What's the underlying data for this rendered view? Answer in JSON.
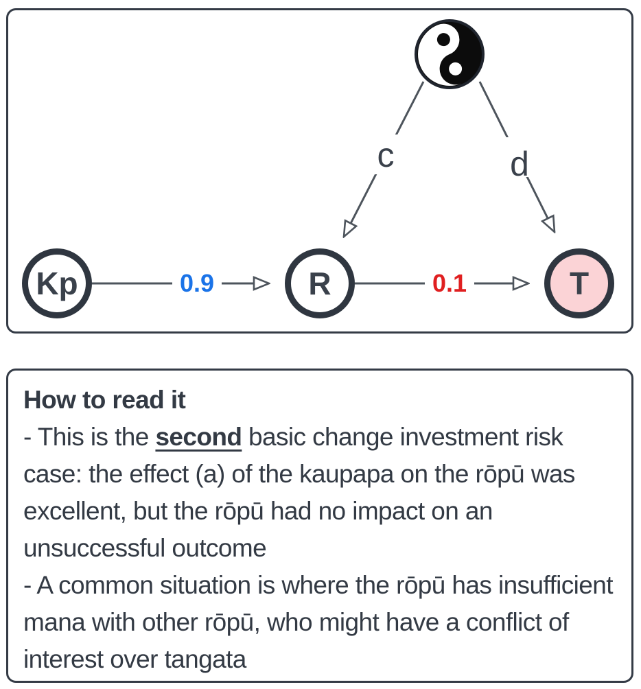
{
  "diagram": {
    "nodes": {
      "kp": {
        "label": "Kp"
      },
      "r": {
        "label": "R"
      },
      "t": {
        "label": "T",
        "fill": "#fbd3d6"
      },
      "confounder": {
        "icon": "yin-yang-icon"
      }
    },
    "edges": {
      "kp_r": {
        "label": "0.9",
        "color": "#1a73e8"
      },
      "r_t": {
        "label": "0.1",
        "color": "#e01f20"
      },
      "conf_r": {
        "label": "c"
      },
      "conf_t": {
        "label": "d"
      }
    },
    "colors": {
      "node_border": "#2f3640",
      "edge_line": "#4d545c",
      "panel_border": "#343b46",
      "positive_weight": "#1a73e8",
      "negative_weight": "#e01f20",
      "outcome_fill": "#fbd3d6"
    }
  },
  "notes": {
    "heading": "How to read it",
    "bullet1_prefix": "- This is the ",
    "bullet1_emphasis": "second",
    "bullet1_suffix": " basic change investment risk case: the effect (a) of the kaupapa on the rōpū was excellent, but the rōpū had no impact on an unsuccessful outcome",
    "bullet2": "- A common situation is where the rōpū has insufficient mana with other rōpū, who might have a conflict of interest over tangata"
  }
}
